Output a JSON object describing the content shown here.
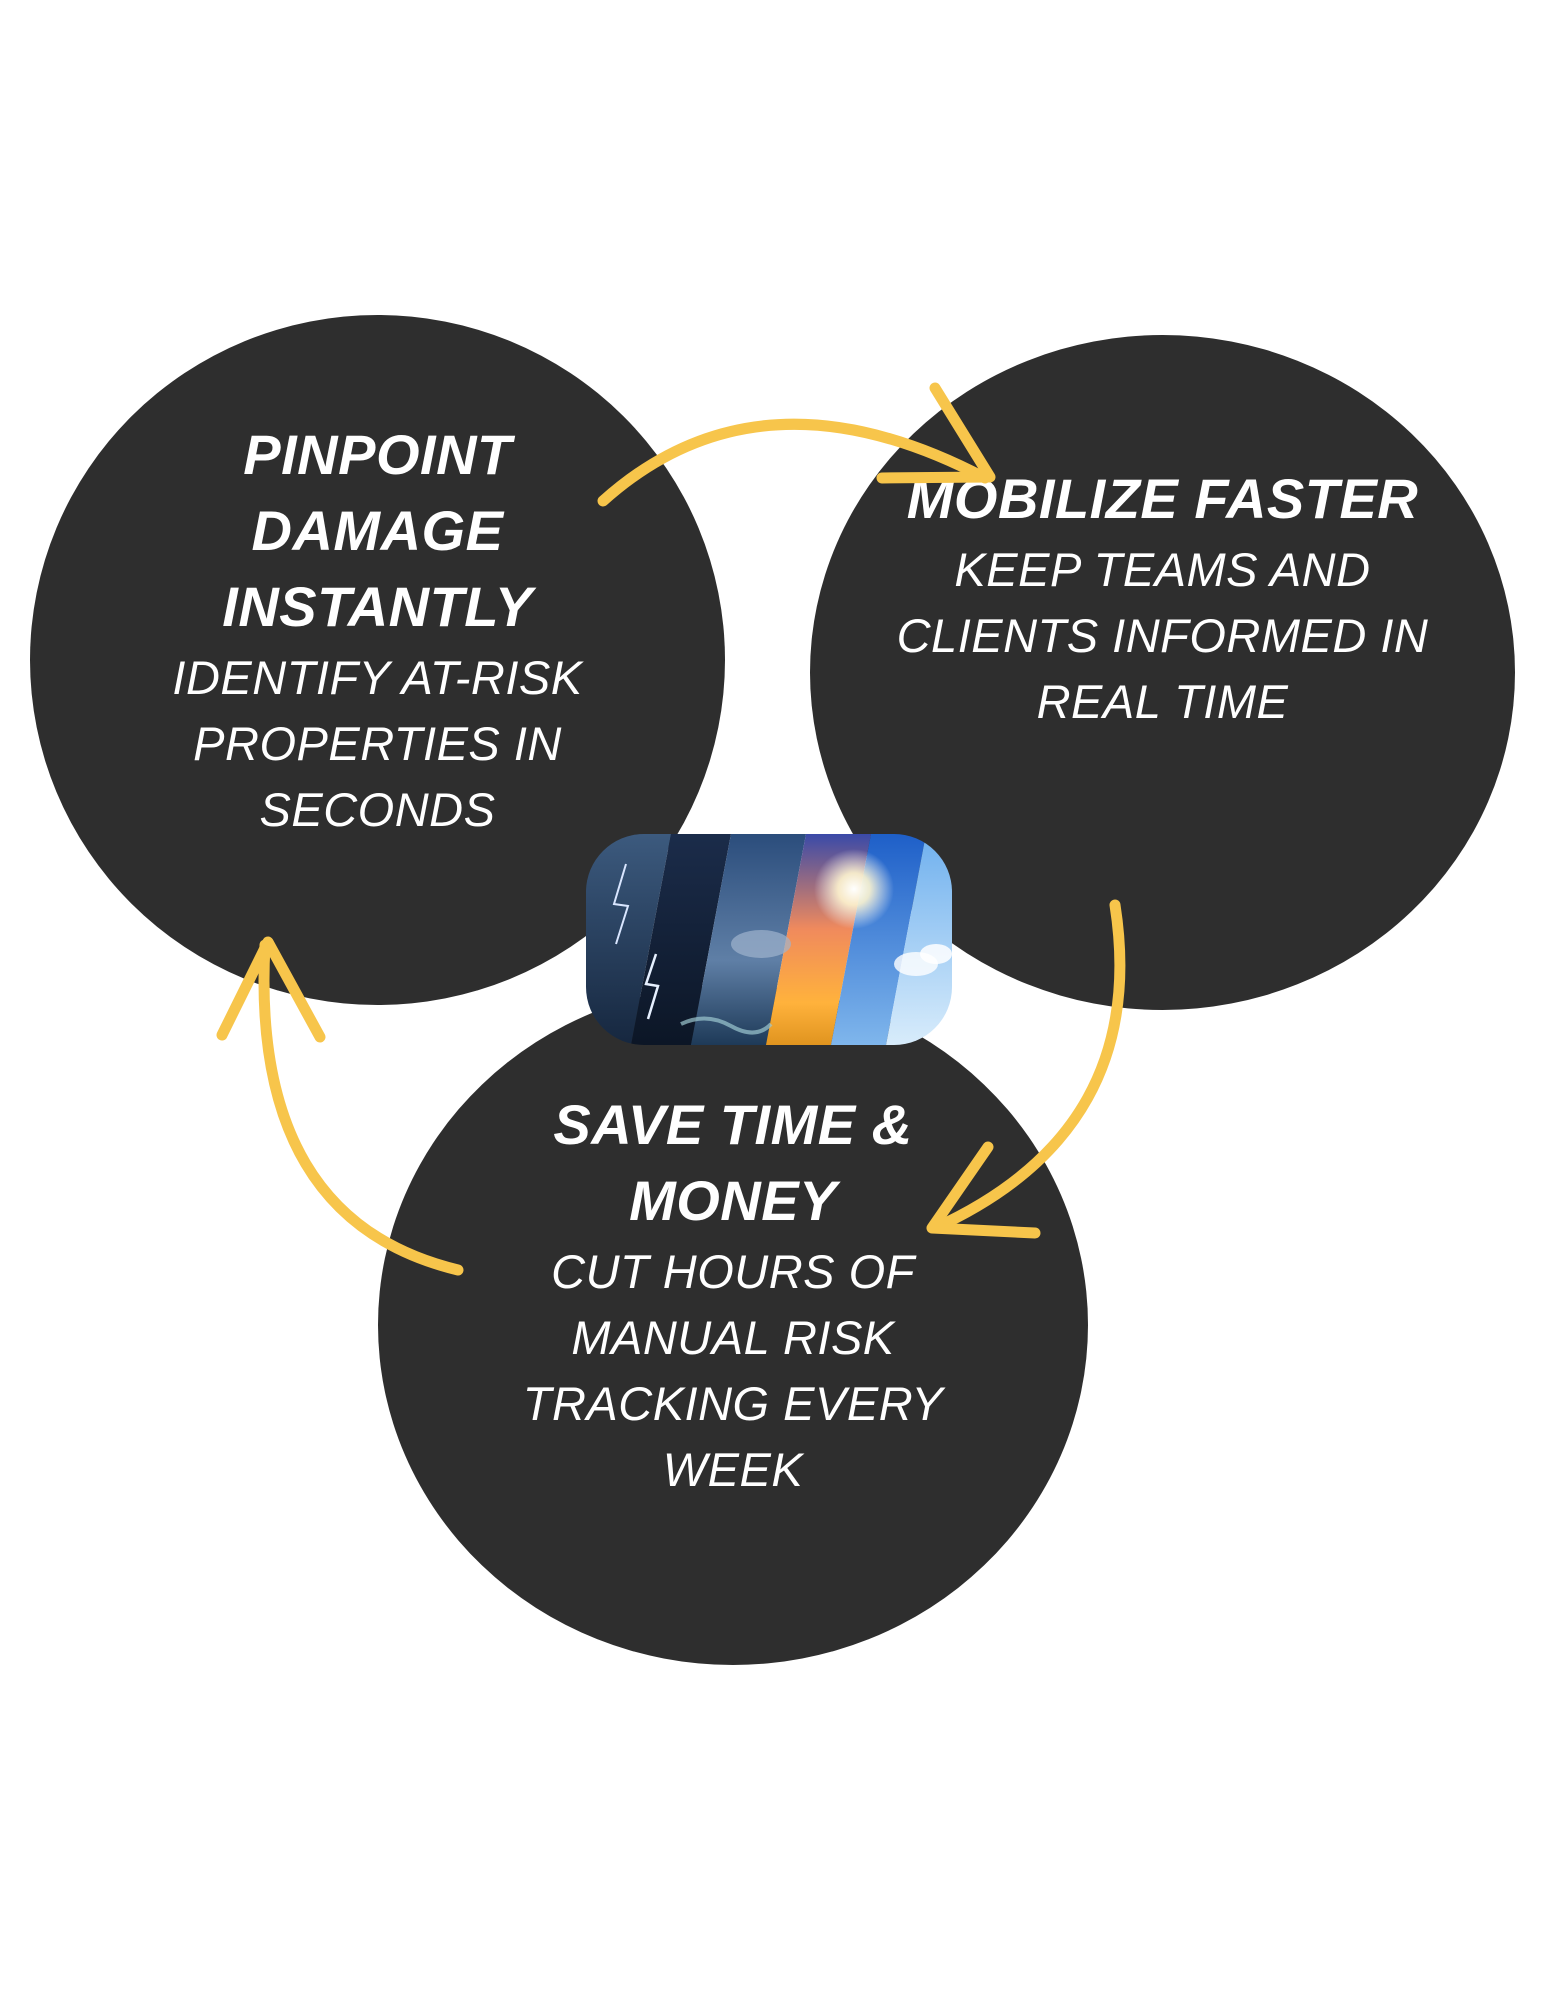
{
  "colors": {
    "circle": "#2e2e2e",
    "arrow": "#f7c54b",
    "text": "#ffffff"
  },
  "nodes": [
    {
      "title": "PINPOINT DAMAGE INSTANTLY",
      "description": "IDENTIFY AT-RISK PROPERTIES IN SECONDS"
    },
    {
      "title": "MOBILIZE FASTER",
      "description": "KEEP TEAMS AND CLIENTS INFORMED IN REAL TIME"
    },
    {
      "title": "SAVE TIME & MONEY",
      "description": "CUT HOURS OF MANUAL RISK TRACKING EVERY WEEK"
    }
  ],
  "center_image": {
    "icon": "weather-collage-image"
  }
}
